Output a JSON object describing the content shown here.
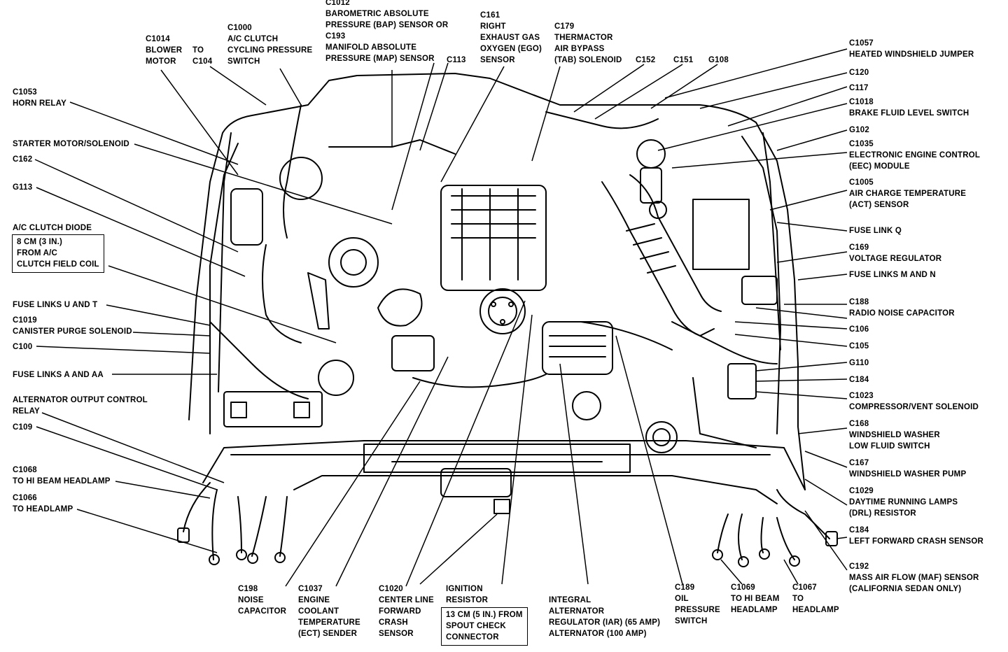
{
  "labels": [
    {
      "id": "c1012",
      "lines": [
        "C1012",
        "BAROMETRIC ABSOLUTE",
        "PRESSURE (BAP) SENSOR OR",
        "C193",
        "MANIFOLD ABSOLUTE",
        "PRESSURE (MAP) SENSOR"
      ]
    },
    {
      "id": "c1014",
      "lines": [
        "C1014",
        "BLOWER",
        "MOTOR"
      ]
    },
    {
      "id": "to-c104",
      "lines": [
        "TO",
        "C104"
      ]
    },
    {
      "id": "c1000",
      "lines": [
        "C1000",
        "A/C CLUTCH",
        "CYCLING PRESSURE",
        "SWITCH"
      ]
    },
    {
      "id": "c113",
      "lines": [
        "C113"
      ]
    },
    {
      "id": "c161",
      "lines": [
        "C161",
        "RIGHT",
        "EXHAUST GAS",
        "OXYGEN (EGO)",
        "SENSOR"
      ]
    },
    {
      "id": "c179",
      "lines": [
        "C179",
        "THERMACTOR",
        "AIR BYPASS",
        "(TAB) SOLENOID"
      ]
    },
    {
      "id": "c152",
      "lines": [
        "C152"
      ]
    },
    {
      "id": "c151",
      "lines": [
        "C151"
      ]
    },
    {
      "id": "g108",
      "lines": [
        "G108"
      ]
    },
    {
      "id": "c1053",
      "lines": [
        "C1053",
        "HORN RELAY"
      ]
    },
    {
      "id": "starter",
      "lines": [
        "STARTER MOTOR/SOLENOID"
      ]
    },
    {
      "id": "c162",
      "lines": [
        "C162"
      ]
    },
    {
      "id": "g113",
      "lines": [
        "G113"
      ]
    },
    {
      "id": "ac-diode",
      "lines": [
        "A/C CLUTCH DIODE"
      ]
    },
    {
      "id": "fuse-ut",
      "lines": [
        "FUSE LINKS U AND T"
      ]
    },
    {
      "id": "c1019",
      "lines": [
        "C1019",
        "CANISTER PURGE SOLENOID"
      ]
    },
    {
      "id": "c100",
      "lines": [
        "C100"
      ]
    },
    {
      "id": "fuse-aaa",
      "lines": [
        "FUSE LINKS A AND AA"
      ]
    },
    {
      "id": "aocr",
      "lines": [
        "ALTERNATOR OUTPUT CONTROL",
        "RELAY"
      ]
    },
    {
      "id": "c109",
      "lines": [
        "C109"
      ]
    },
    {
      "id": "c1068a",
      "lines": [
        "C1068",
        "TO HI BEAM HEADLAMP"
      ]
    },
    {
      "id": "c1066",
      "lines": [
        "C1066",
        "TO HEADLAMP"
      ]
    },
    {
      "id": "c1057",
      "lines": [
        "C1057",
        "HEATED WINDSHIELD JUMPER"
      ]
    },
    {
      "id": "c120",
      "lines": [
        "C120"
      ]
    },
    {
      "id": "c117",
      "lines": [
        "C117"
      ]
    },
    {
      "id": "c1018",
      "lines": [
        "C1018",
        "BRAKE FLUID LEVEL SWITCH"
      ]
    },
    {
      "id": "g102",
      "lines": [
        "G102"
      ]
    },
    {
      "id": "c1035",
      "lines": [
        "C1035",
        "ELECTRONIC ENGINE CONTROL",
        "(EEC) MODULE"
      ]
    },
    {
      "id": "c1005",
      "lines": [
        "C1005",
        "AIR CHARGE TEMPERATURE",
        "(ACT) SENSOR"
      ]
    },
    {
      "id": "fuse-q",
      "lines": [
        "FUSE LINK Q"
      ]
    },
    {
      "id": "c169",
      "lines": [
        "C169",
        "VOLTAGE REGULATOR"
      ]
    },
    {
      "id": "fuse-mn",
      "lines": [
        "FUSE LINKS M AND N"
      ]
    },
    {
      "id": "c188",
      "lines": [
        "C188",
        "RADIO NOISE CAPACITOR"
      ]
    },
    {
      "id": "c106",
      "lines": [
        "C106"
      ]
    },
    {
      "id": "c105",
      "lines": [
        "C105"
      ]
    },
    {
      "id": "g110",
      "lines": [
        "G110"
      ]
    },
    {
      "id": "c184a",
      "lines": [
        "C184"
      ]
    },
    {
      "id": "c1023",
      "lines": [
        "C1023",
        "COMPRESSOR/VENT SOLENOID"
      ]
    },
    {
      "id": "c168",
      "lines": [
        "C168",
        "WINDSHIELD WASHER",
        "LOW FLUID SWITCH"
      ]
    },
    {
      "id": "c167",
      "lines": [
        "C167",
        "WINDSHIELD WASHER PUMP"
      ]
    },
    {
      "id": "c1029",
      "lines": [
        "C1029",
        "DAYTIME RUNNING LAMPS",
        "(DRL) RESISTOR"
      ]
    },
    {
      "id": "c184b",
      "lines": [
        "C184",
        "LEFT FORWARD CRASH SENSOR"
      ]
    },
    {
      "id": "c192",
      "lines": [
        "C192",
        "MASS AIR FLOW (MAF) SENSOR",
        "(CALIFORNIA SEDAN ONLY)"
      ]
    },
    {
      "id": "c198",
      "lines": [
        "C198",
        "NOISE",
        "CAPACITOR"
      ]
    },
    {
      "id": "c1037",
      "lines": [
        "C1037",
        "ENGINE",
        "COOLANT",
        "TEMPERATURE",
        "(ECT) SENDER"
      ]
    },
    {
      "id": "c1020",
      "lines": [
        "C1020",
        "CENTER LINE",
        "FORWARD",
        "CRASH",
        "SENSOR"
      ]
    },
    {
      "id": "ignition",
      "lines": [
        "IGNITION",
        "RESISTOR"
      ]
    },
    {
      "id": "iar",
      "lines": [
        "INTEGRAL",
        "ALTERNATOR",
        "REGULATOR (IAR) (65 AMP)",
        "ALTERNATOR (100 AMP)"
      ]
    },
    {
      "id": "c189",
      "lines": [
        "C189",
        "OIL",
        "PRESSURE",
        "SWITCH"
      ]
    },
    {
      "id": "c1069",
      "lines": [
        "C1069",
        "TO HI BEAM",
        "HEADLAMP"
      ]
    },
    {
      "id": "c1067",
      "lines": [
        "C1067",
        "TO",
        "HEADLAMP"
      ]
    }
  ],
  "boxes": [
    {
      "id": "ac-diode-box",
      "lines": [
        "8 CM (3 IN.)",
        "FROM A/C",
        "CLUTCH FIELD COIL"
      ]
    },
    {
      "id": "ignition-box",
      "lines": [
        "13 CM (5 IN.) FROM",
        "SPOUT CHECK",
        "CONNECTOR"
      ]
    }
  ]
}
